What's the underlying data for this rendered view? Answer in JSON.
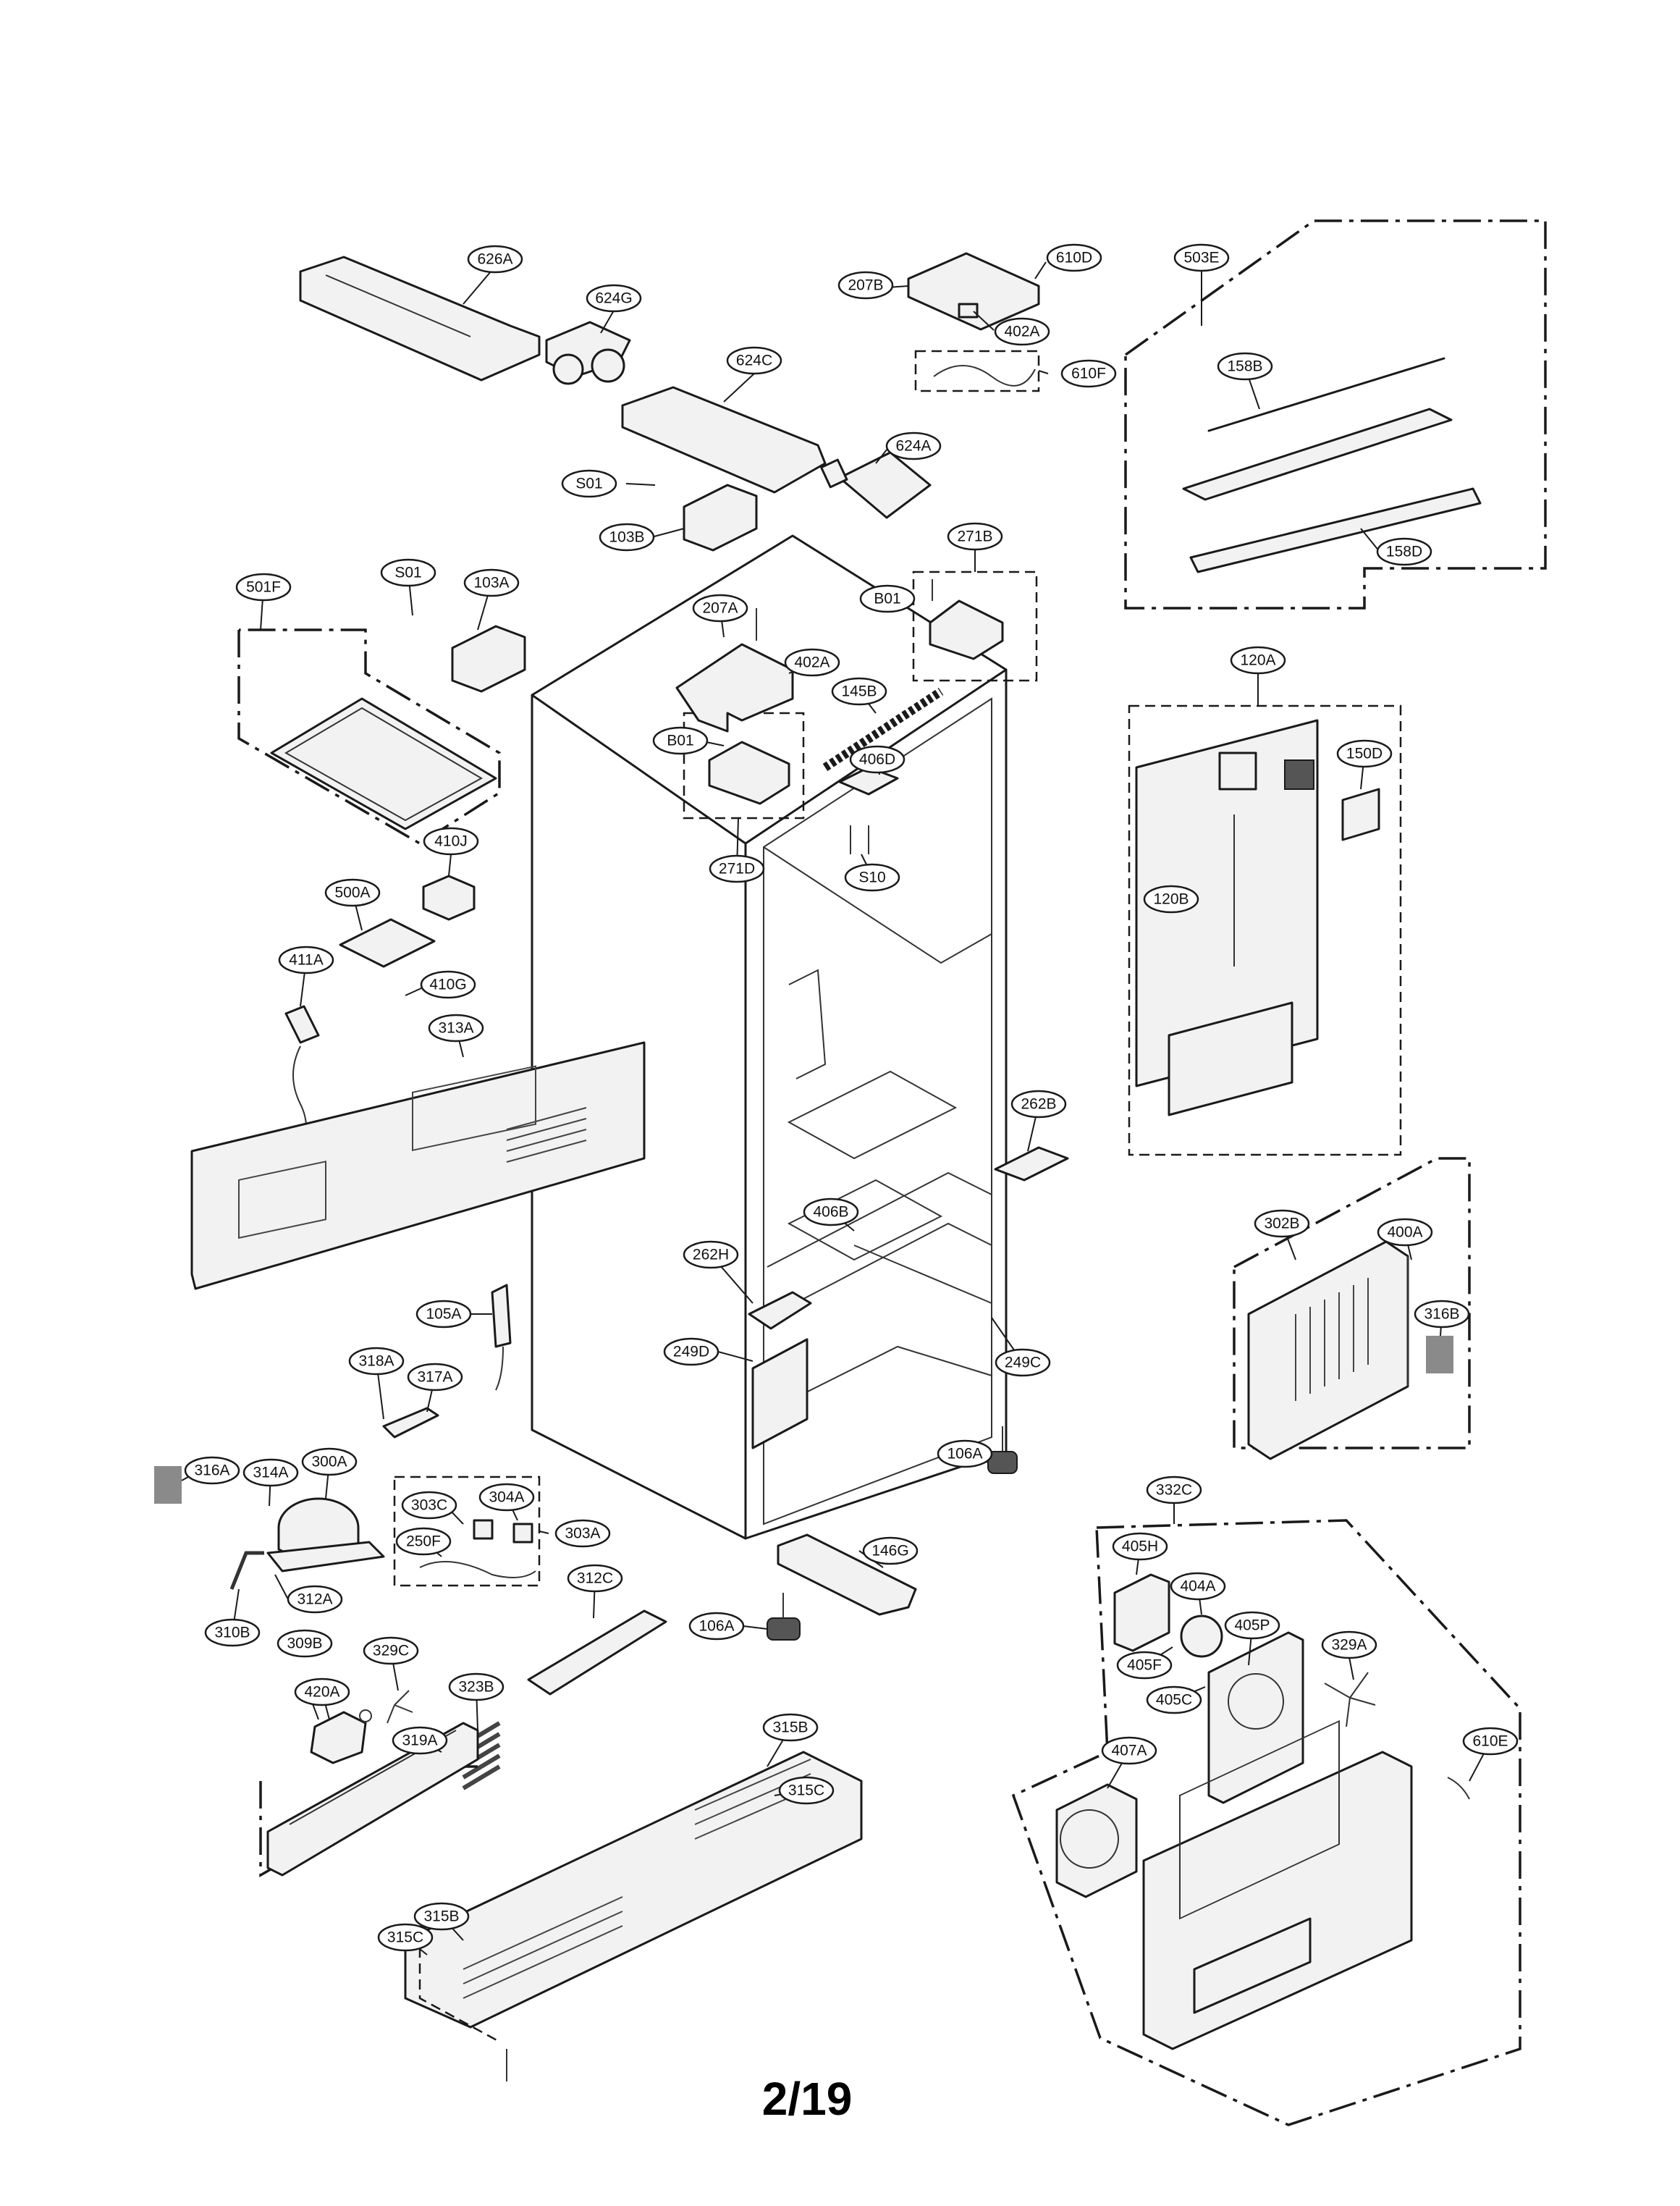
{
  "page_number": "2/19",
  "callouts": [
    {
      "label": "626A"
    },
    {
      "label": "624G"
    },
    {
      "label": "624C"
    },
    {
      "label": "624A"
    },
    {
      "label": "207B"
    },
    {
      "label": "610D"
    },
    {
      "label": "402A"
    },
    {
      "label": "610F"
    },
    {
      "label": "503E"
    },
    {
      "label": "158B"
    },
    {
      "label": "158D"
    },
    {
      "label": "S01"
    },
    {
      "label": "103B"
    },
    {
      "label": "271B"
    },
    {
      "label": "S01"
    },
    {
      "label": "103A"
    },
    {
      "label": "501F"
    },
    {
      "label": "207A"
    },
    {
      "label": "B01"
    },
    {
      "label": "402A"
    },
    {
      "label": "145B"
    },
    {
      "label": "B01"
    },
    {
      "label": "406D"
    },
    {
      "label": "271D"
    },
    {
      "label": "S10"
    },
    {
      "label": "120A"
    },
    {
      "label": "150D"
    },
    {
      "label": "120B"
    },
    {
      "label": "410J"
    },
    {
      "label": "500A"
    },
    {
      "label": "411A"
    },
    {
      "label": "410G"
    },
    {
      "label": "313A"
    },
    {
      "label": "262B"
    },
    {
      "label": "406B"
    },
    {
      "label": "262H"
    },
    {
      "label": "302B"
    },
    {
      "label": "400A"
    },
    {
      "label": "316B"
    },
    {
      "label": "105A"
    },
    {
      "label": "249D"
    },
    {
      "label": "249C"
    },
    {
      "label": "318A"
    },
    {
      "label": "317A"
    },
    {
      "label": "106A"
    },
    {
      "label": "316A"
    },
    {
      "label": "314A"
    },
    {
      "label": "300A"
    },
    {
      "label": "303C"
    },
    {
      "label": "304A"
    },
    {
      "label": "303A"
    },
    {
      "label": "250F"
    },
    {
      "label": "146G"
    },
    {
      "label": "332C"
    },
    {
      "label": "312A"
    },
    {
      "label": "310B"
    },
    {
      "label": "312C"
    },
    {
      "label": "106A"
    },
    {
      "label": "405H"
    },
    {
      "label": "404A"
    },
    {
      "label": "405P"
    },
    {
      "label": "309B"
    },
    {
      "label": "329C"
    },
    {
      "label": "323B"
    },
    {
      "label": "405F"
    },
    {
      "label": "329A"
    },
    {
      "label": "420A"
    },
    {
      "label": "405C"
    },
    {
      "label": "319A"
    },
    {
      "label": "315B"
    },
    {
      "label": "315C"
    },
    {
      "label": "407A"
    },
    {
      "label": "610E"
    },
    {
      "label": "315B"
    },
    {
      "label": "315C"
    }
  ]
}
